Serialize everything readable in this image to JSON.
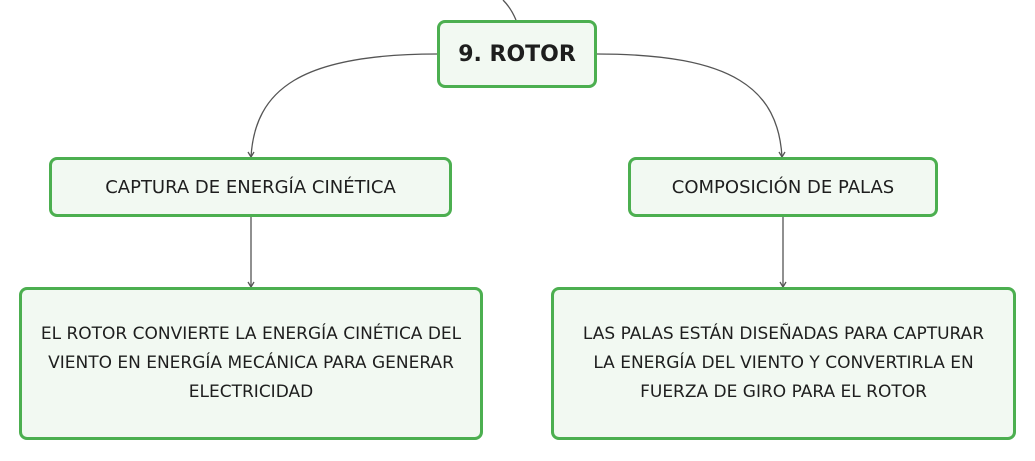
{
  "root": {
    "label": "9. ROTOR"
  },
  "branches": [
    {
      "title": "CAPTURA DE ENERGÍA CINÉTICA",
      "description": "EL ROTOR CONVIERTE LA ENERGÍA CINÉTICA DEL VIENTO EN ENERGÍA MECÁNICA PARA GENERAR ELECTRICIDAD"
    },
    {
      "title": "COMPOSICIÓN DE PALAS",
      "description": "LAS PALAS ESTÁN DISEÑADAS PARA CAPTURAR LA ENERGÍA DEL VIENTO Y CONVERTIRLA EN FUERZA DE GIRO PARA EL ROTOR"
    }
  ],
  "colors": {
    "node_border": "#4caf50",
    "node_fill": "#f2f9f2",
    "connector": "#555555",
    "text": "#1e1e1e"
  }
}
